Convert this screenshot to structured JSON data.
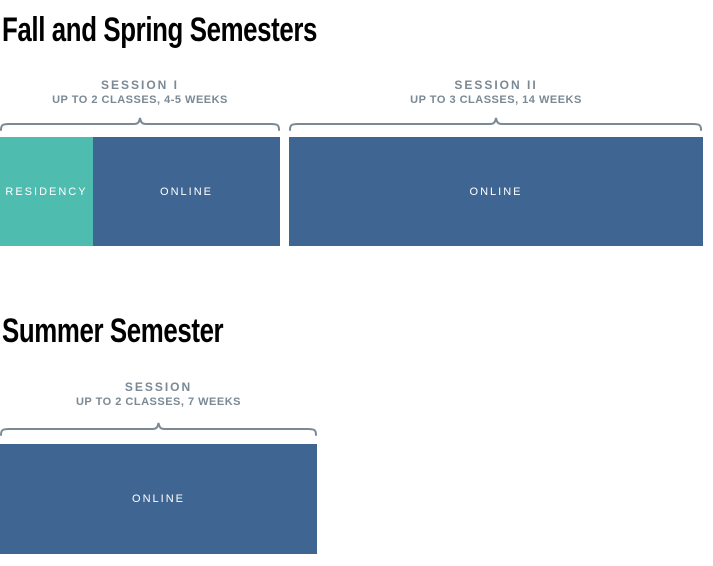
{
  "colors": {
    "title": "#000000",
    "label": "#7A8994",
    "bracket": "#7A8994",
    "residency": "#4FBCB0",
    "online": "#3F6593",
    "bar_text": "#FFFFFF"
  },
  "sections": [
    {
      "title": "Fall and Spring Semesters",
      "sessions": [
        {
          "name": "SESSION I",
          "detail": "UP TO 2 CLASSES, 4-5 WEEKS",
          "segments": [
            {
              "label": "RESIDENCY",
              "type": "residency"
            },
            {
              "label": "ONLINE",
              "type": "online"
            }
          ]
        },
        {
          "name": "SESSION II",
          "detail": "UP TO 3 CLASSES, 14 WEEKS",
          "segments": [
            {
              "label": "ONLINE",
              "type": "online"
            }
          ]
        }
      ]
    },
    {
      "title": "Summer Semester",
      "sessions": [
        {
          "name": "SESSION",
          "detail": "UP TO 2 CLASSES, 7 WEEKS",
          "segments": [
            {
              "label": "ONLINE",
              "type": "online"
            }
          ]
        }
      ]
    }
  ]
}
